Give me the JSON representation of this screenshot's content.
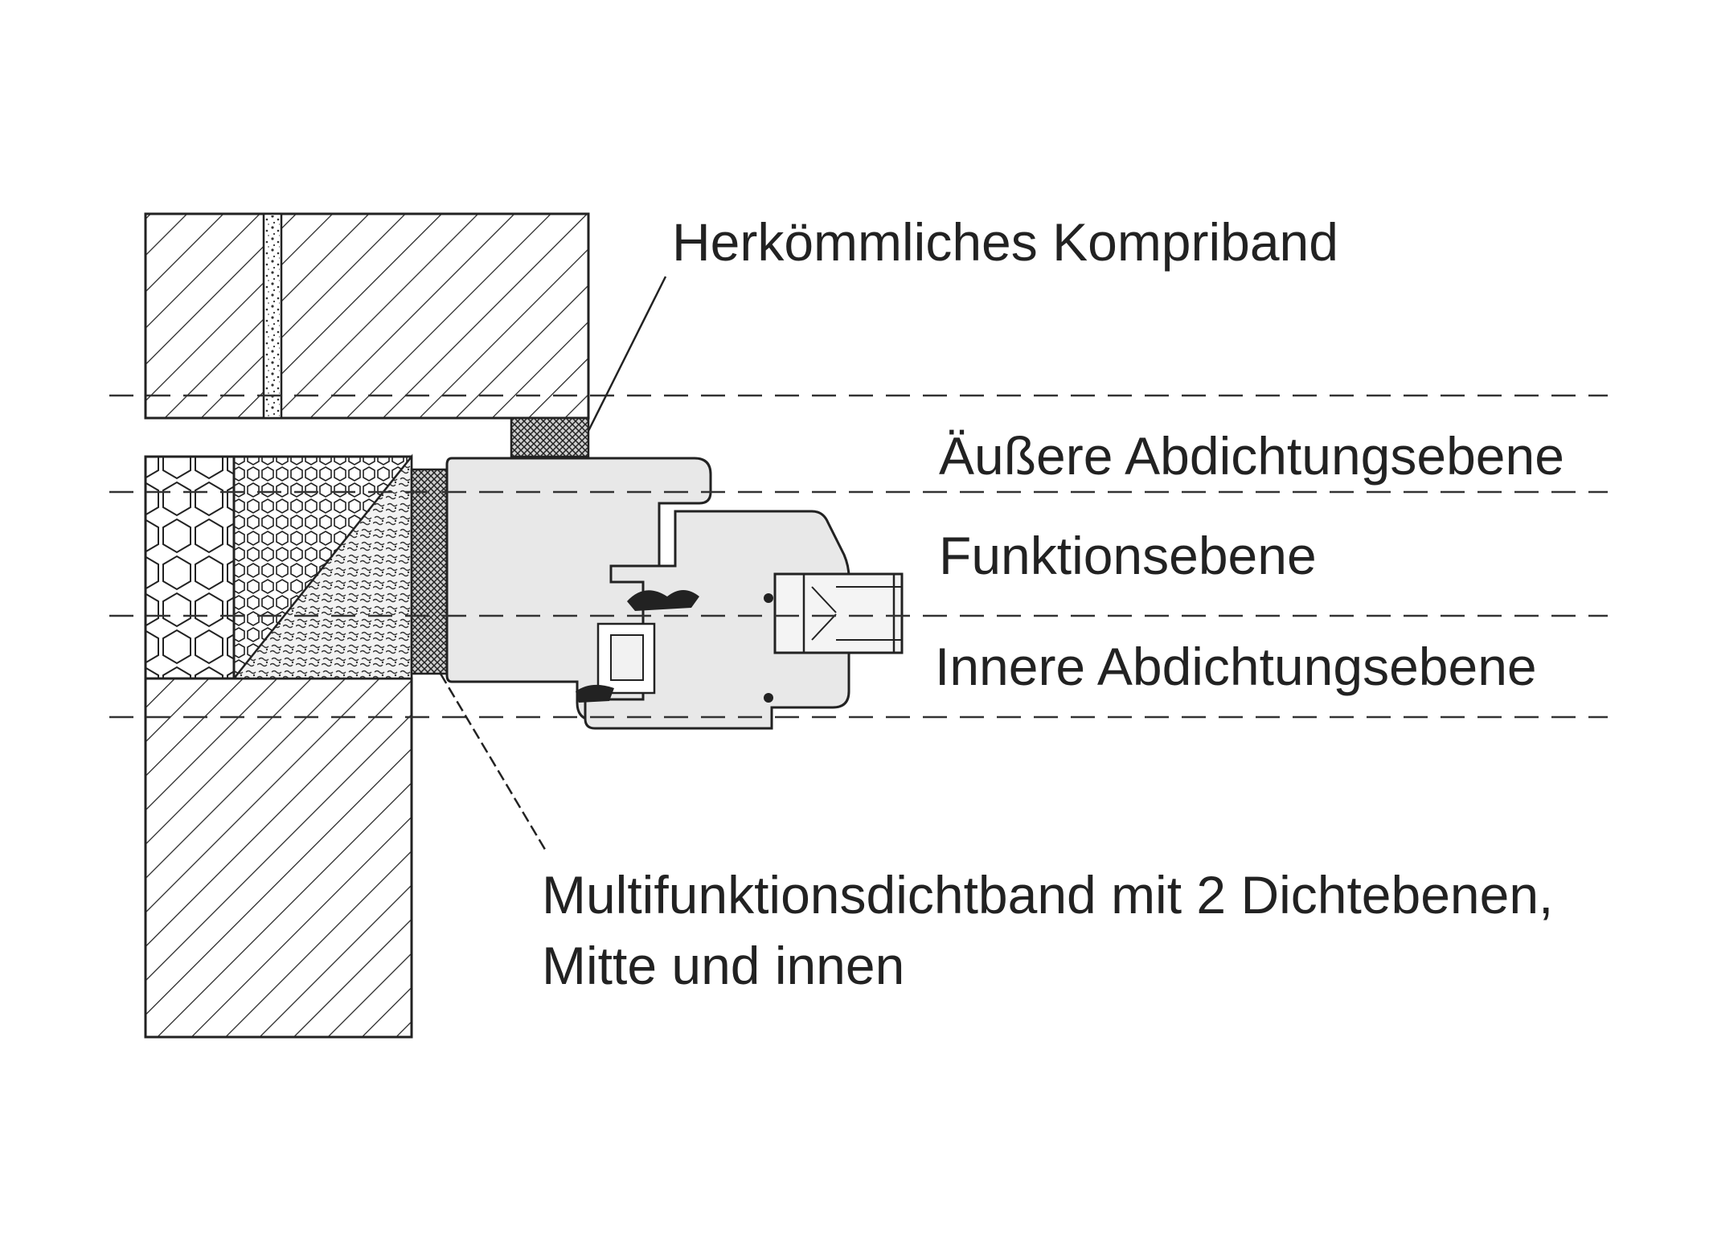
{
  "labels": {
    "kompriband": "Herkömmliches Kompriband",
    "aeussere_ebene": "Äußere Abdichtungsebene",
    "funktionsebene": "Funktionsebene",
    "innere_ebene": "Innere Abdichtungsebene",
    "multiband_line1": "Multifunktionsdichtband mit 2 Dichtebenen,",
    "multiband_line2": "Mitte und innen"
  },
  "colors": {
    "ink": "#222222",
    "frame_fill": "#e8e8e8",
    "background": "#ffffff"
  }
}
